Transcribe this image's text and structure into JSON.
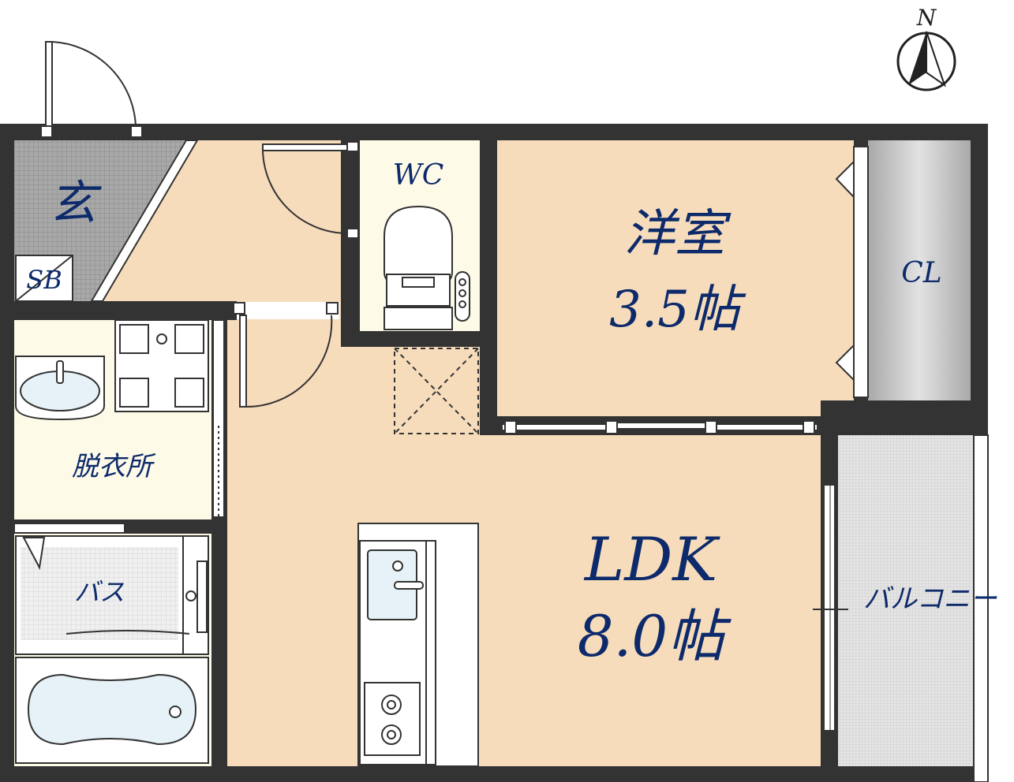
{
  "compass": {
    "north_label": "N"
  },
  "rooms": {
    "entrance": "玄",
    "shoe_box": "SB",
    "wc": "WC",
    "western_room": {
      "name": "洋室",
      "size": "3.5帖"
    },
    "closet": "CL",
    "dressing": "脱衣所",
    "bath": "バス",
    "ldk": {
      "name": "LDK",
      "size": "8.0帖"
    },
    "balcony": "バルコニー"
  },
  "colors": {
    "floor": "#f7dcbc",
    "wall": "#333333",
    "wet_area": "#fdfae8",
    "tile": "#9a9a9a",
    "closet": "#c8c8c8",
    "balcony": "#dcdcdc",
    "label": "#0d2a6b"
  }
}
